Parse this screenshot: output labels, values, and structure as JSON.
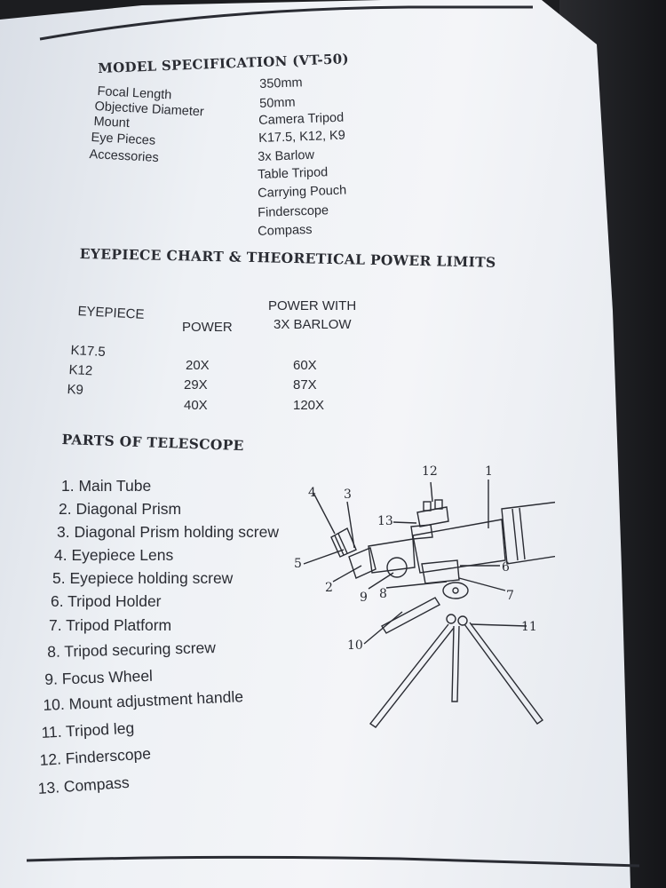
{
  "spec": {
    "heading": "MODEL SPECIFICATION (VT-50)",
    "rows": [
      {
        "label": "Focal Length",
        "value": "350mm"
      },
      {
        "label": "Objective Diameter",
        "value": "50mm"
      },
      {
        "label": "Mount",
        "value": "Camera Tripod"
      },
      {
        "label": "Eye Pieces",
        "value": "K17.5, K12, K9"
      },
      {
        "label": "Accessories",
        "value": "3x Barlow"
      }
    ],
    "extra_accessories": [
      "Table Tripod",
      "Carrying Pouch",
      "Finderscope",
      "Compass"
    ]
  },
  "chart": {
    "heading": "EYEPIECE CHART & THEORETICAL POWER LIMITS",
    "col_eyepiece": "EYEPIECE",
    "col_power": "POWER",
    "col_barlow_line1": "POWER WITH",
    "col_barlow_line2": "3X BARLOW",
    "eyepieces": [
      "K17.5",
      "K12",
      "K9"
    ],
    "powers": [
      "20X",
      "29X",
      "40X"
    ],
    "barlow_powers": [
      "60X",
      "87X",
      "120X"
    ]
  },
  "parts": {
    "heading": "PARTS OF TELESCOPE",
    "items": [
      "1. Main Tube",
      "2. Diagonal Prism",
      "3. Diagonal Prism holding screw",
      "4. Eyepiece Lens",
      "5. Eyepiece holding screw",
      "6. Tripod Holder",
      "7. Tripod Platform",
      "8. Tripod securing screw",
      "9. Focus Wheel",
      "10. Mount adjustment handle",
      "11. Tripod leg",
      "12. Finderscope",
      "13. Compass"
    ]
  },
  "diagram_labels": {
    "n1": "1",
    "n2": "2",
    "n3": "3",
    "n4": "4",
    "n5": "5",
    "n6": "6",
    "n7": "7",
    "n8": "8",
    "n9": "9",
    "n10": "10",
    "n11": "11",
    "n12": "12",
    "n13": "13"
  }
}
